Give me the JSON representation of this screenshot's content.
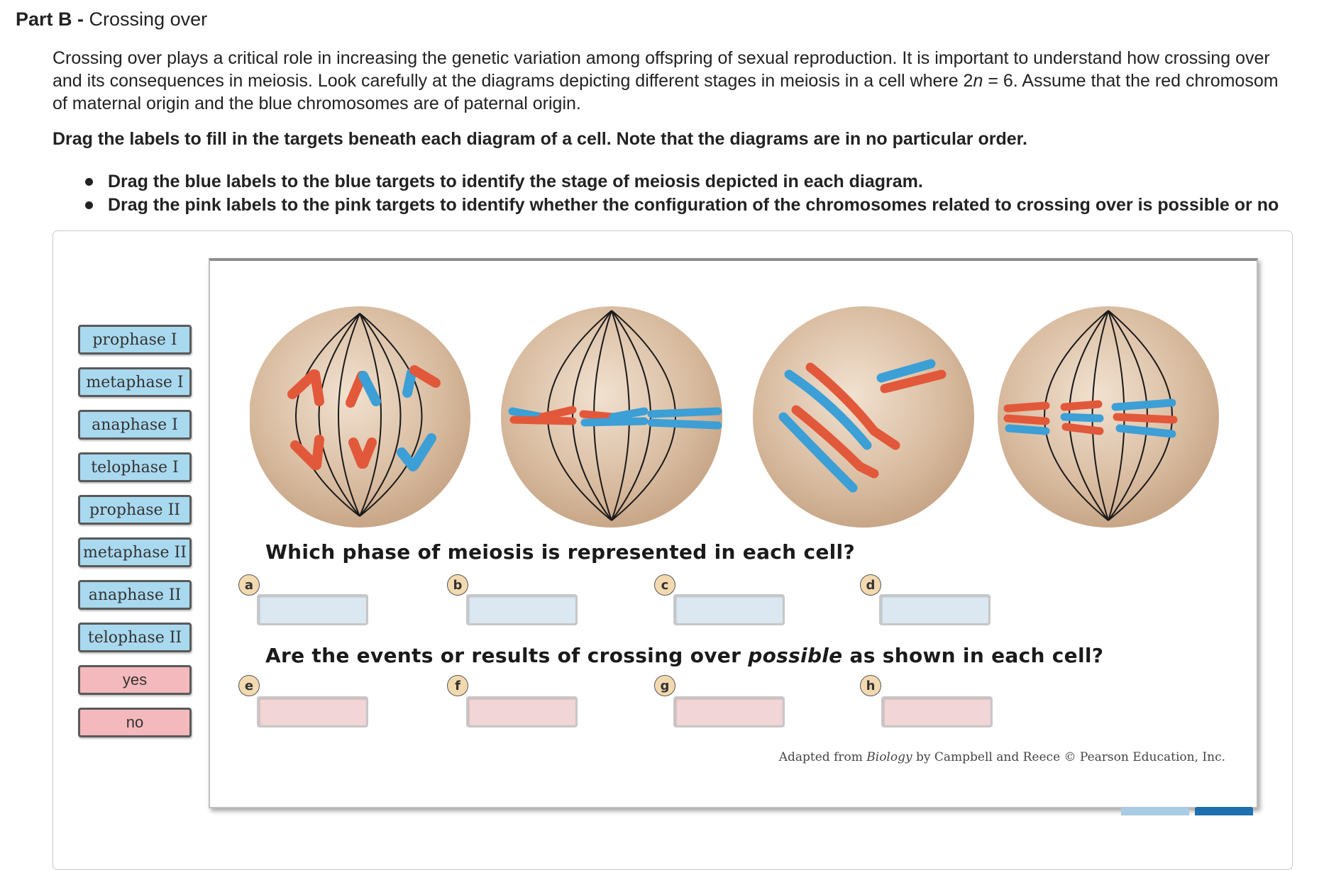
{
  "header": {
    "part": "Part B -",
    "title": "Crossing over"
  },
  "intro": {
    "line1": "Crossing over plays a critical role in increasing the genetic variation among offspring of sexual reproduction. It is important to understand how crossing over",
    "line2_a": "and its consequences in meiosis. Look carefully at the diagrams depicting different stages in meiosis in a cell where 2",
    "line2_n": "n",
    "line2_b": " = 6. Assume that the red chromosom",
    "line3": "of maternal origin and the blue chromosomes are of paternal origin."
  },
  "instruction": "Drag the labels to fill in the targets beneath each diagram of a cell. Note that the diagrams are in no particular order.",
  "bullets": [
    "Drag the blue labels to the blue targets to identify the stage of meiosis depicted in each diagram.",
    "Drag the pink labels to the pink targets to identify whether the configuration of the chromosomes related to crossing over is possible or no"
  ],
  "labels": {
    "blue": [
      "prophase I",
      "metaphase I",
      "anaphase I",
      "telophase I",
      "prophase II",
      "metaphase II",
      "anaphase II",
      "telophase II"
    ],
    "pink": [
      "yes",
      "no"
    ]
  },
  "question1": "Which phase of meiosis is represented in each cell?",
  "question2": {
    "a": "Are the events or results of crossing over ",
    "em": "possible",
    "b": " as shown in each cell?"
  },
  "badges_row1": [
    "a",
    "b",
    "c",
    "d"
  ],
  "badges_row2": [
    "e",
    "f",
    "g",
    "h"
  ],
  "credit": {
    "a": "Adapted from ",
    "book": "Biology",
    "b": " by Campbell and Reece © Pearson Education, Inc."
  },
  "colors": {
    "blue_label": "#a9d9ef",
    "pink_label": "#f4b9bc",
    "blue_target": "#dce8f1",
    "pink_target": "#f2d5d7",
    "maternal": "#e2583a",
    "paternal": "#3c9fd6",
    "cell": "#d6b79a"
  }
}
